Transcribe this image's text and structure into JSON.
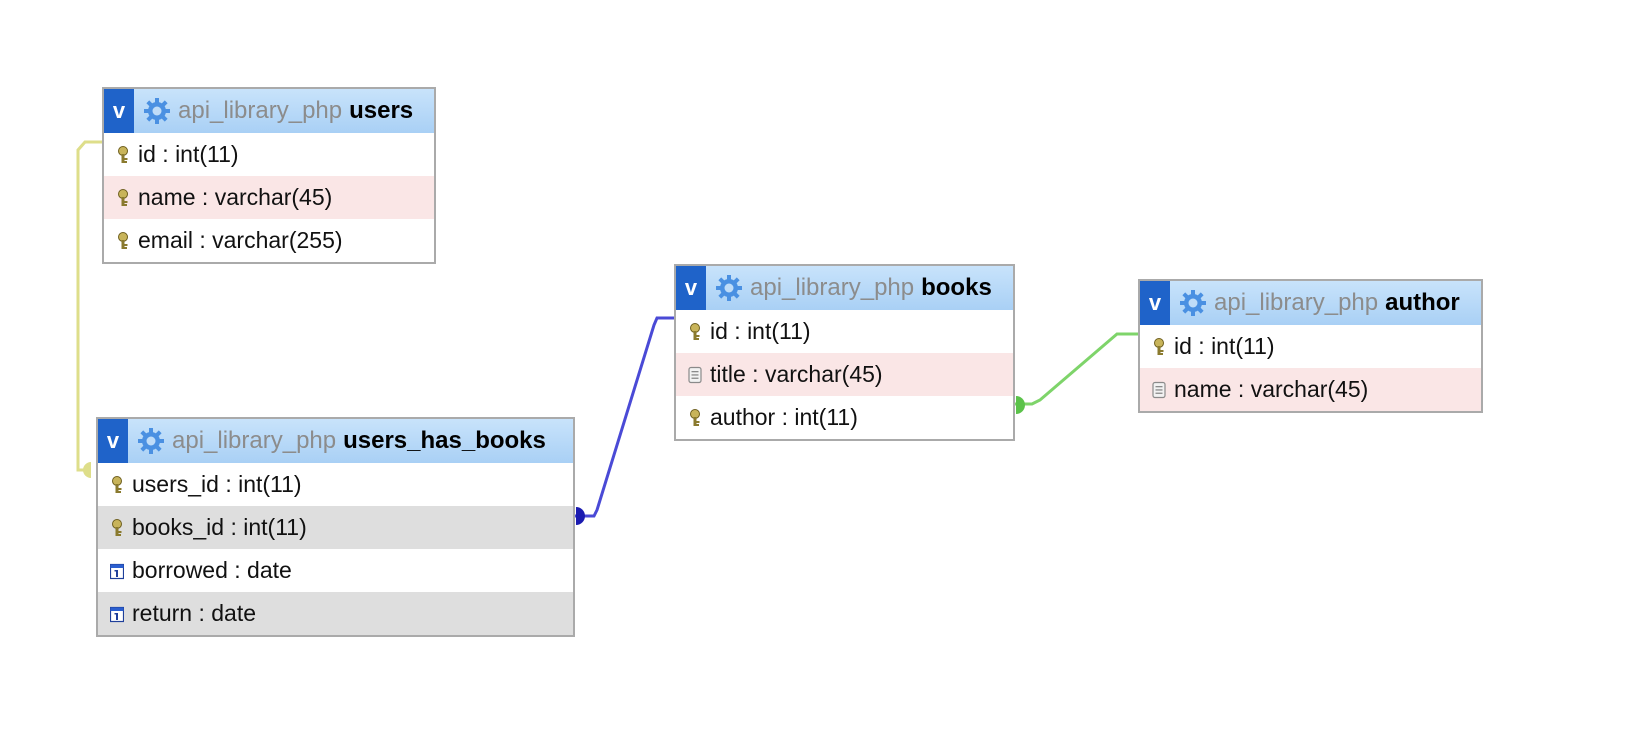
{
  "colors": {
    "header_gradient_top": "#c8e3fb",
    "header_gradient_bottom": "#a9d0f5",
    "toggle_bg": "#1f63c9",
    "gear": "#4a90e2",
    "db_name": "#8c8c8c",
    "row_alt_pink": "#fae6e6",
    "row_alt_gray": "#dedede",
    "link_users": "#dede8a",
    "link_books": "#4a4ad6",
    "link_author": "#7ed46a"
  },
  "tables": {
    "users": {
      "toggle_label": "v",
      "db": "api_library_php",
      "name": "users",
      "columns": [
        {
          "text": "id : int(11)",
          "icon": "key-icon"
        },
        {
          "text": "name : varchar(45)",
          "icon": "key-icon"
        },
        {
          "text": "email : varchar(255)",
          "icon": "key-icon"
        }
      ]
    },
    "users_has_books": {
      "toggle_label": "v",
      "db": "api_library_php",
      "name": "users_has_books",
      "columns": [
        {
          "text": "users_id : int(11)",
          "icon": "key-icon"
        },
        {
          "text": "books_id : int(11)",
          "icon": "key-icon"
        },
        {
          "text": "borrowed : date",
          "icon": "date-icon"
        },
        {
          "text": "return : date",
          "icon": "date-icon"
        }
      ]
    },
    "books": {
      "toggle_label": "v",
      "db": "api_library_php",
      "name": "books",
      "columns": [
        {
          "text": "id : int(11)",
          "icon": "key-icon"
        },
        {
          "text": "title : varchar(45)",
          "icon": "text-field-icon"
        },
        {
          "text": "author : int(11)",
          "icon": "key-icon"
        }
      ]
    },
    "author": {
      "toggle_label": "v",
      "db": "api_library_php",
      "name": "author",
      "columns": [
        {
          "text": "id : int(11)",
          "icon": "key-icon"
        },
        {
          "text": "name : varchar(45)",
          "icon": "text-field-icon"
        }
      ]
    }
  },
  "relations": [
    {
      "from": "users.id",
      "to": "users_has_books.users_id",
      "color": "#dede8a"
    },
    {
      "from": "books.id",
      "to": "users_has_books.books_id",
      "color": "#4a4ad6"
    },
    {
      "from": "author.id",
      "to": "books.author",
      "color": "#7ed46a"
    }
  ]
}
